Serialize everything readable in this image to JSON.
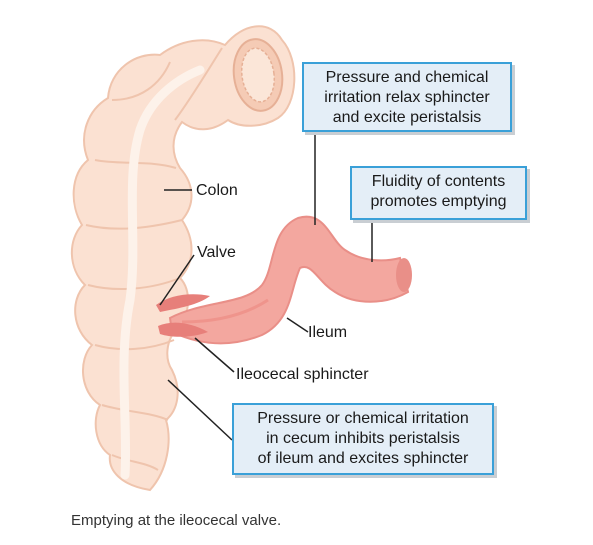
{
  "labels": {
    "colon": "Colon",
    "valve": "Valve",
    "ileum": "Ileum",
    "ileocecal_sphincter": "Ileocecal sphincter"
  },
  "callouts": {
    "pressure_relax": [
      "Pressure and chemical",
      "irritation relax sphincter",
      "and excite peristalsis"
    ],
    "fluidity": [
      "Fluidity of contents",
      "promotes emptying"
    ],
    "cecum_inhibit": [
      "Pressure or chemical irritation",
      "in cecum inhibits peristalsis",
      "of ileum and excites sphincter"
    ]
  },
  "caption": "Emptying at the ileocecal valve.",
  "colors": {
    "colon_fill": "#fbe1d2",
    "colon_outline": "#efc4ad",
    "ileum_fill": "#f3a79f",
    "ileum_shade": "#e98f88",
    "sphincter": "#e77f7a",
    "callout_border": "#3aa0d8",
    "callout_fill": "#e4eef7"
  }
}
